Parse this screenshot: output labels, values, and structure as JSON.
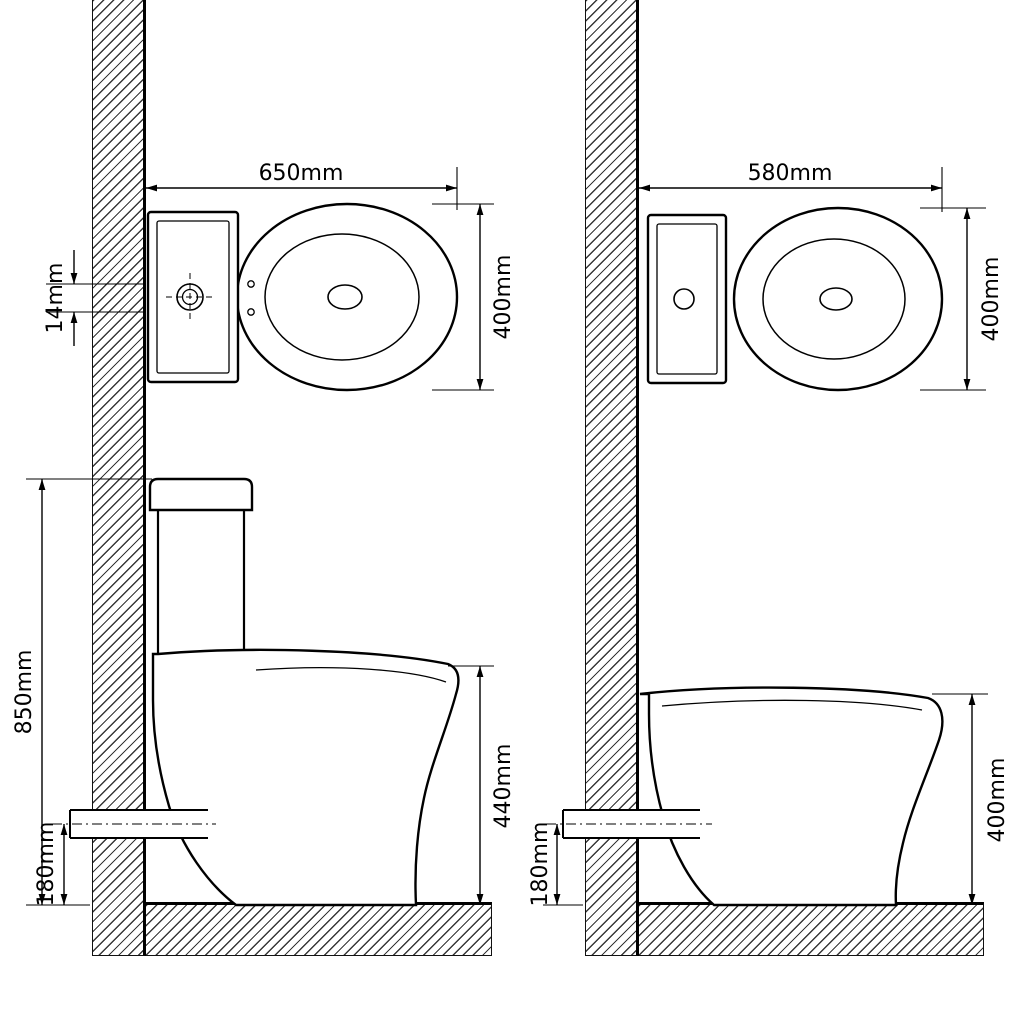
{
  "style": {
    "ink": "#000000",
    "paper": "#ffffff"
  },
  "diagram": {
    "left_toilet": {
      "top_view": {
        "width": "650mm",
        "depth": "400mm",
        "wall_hole_offset": "14mm"
      },
      "side_view": {
        "overall_height": "850mm",
        "bowl_height": "440mm",
        "outlet_height": "180mm"
      }
    },
    "right_toilet": {
      "top_view": {
        "width": "580mm",
        "depth": "400mm"
      },
      "side_view": {
        "bowl_height": "400mm",
        "outlet_height": "180mm"
      }
    }
  }
}
